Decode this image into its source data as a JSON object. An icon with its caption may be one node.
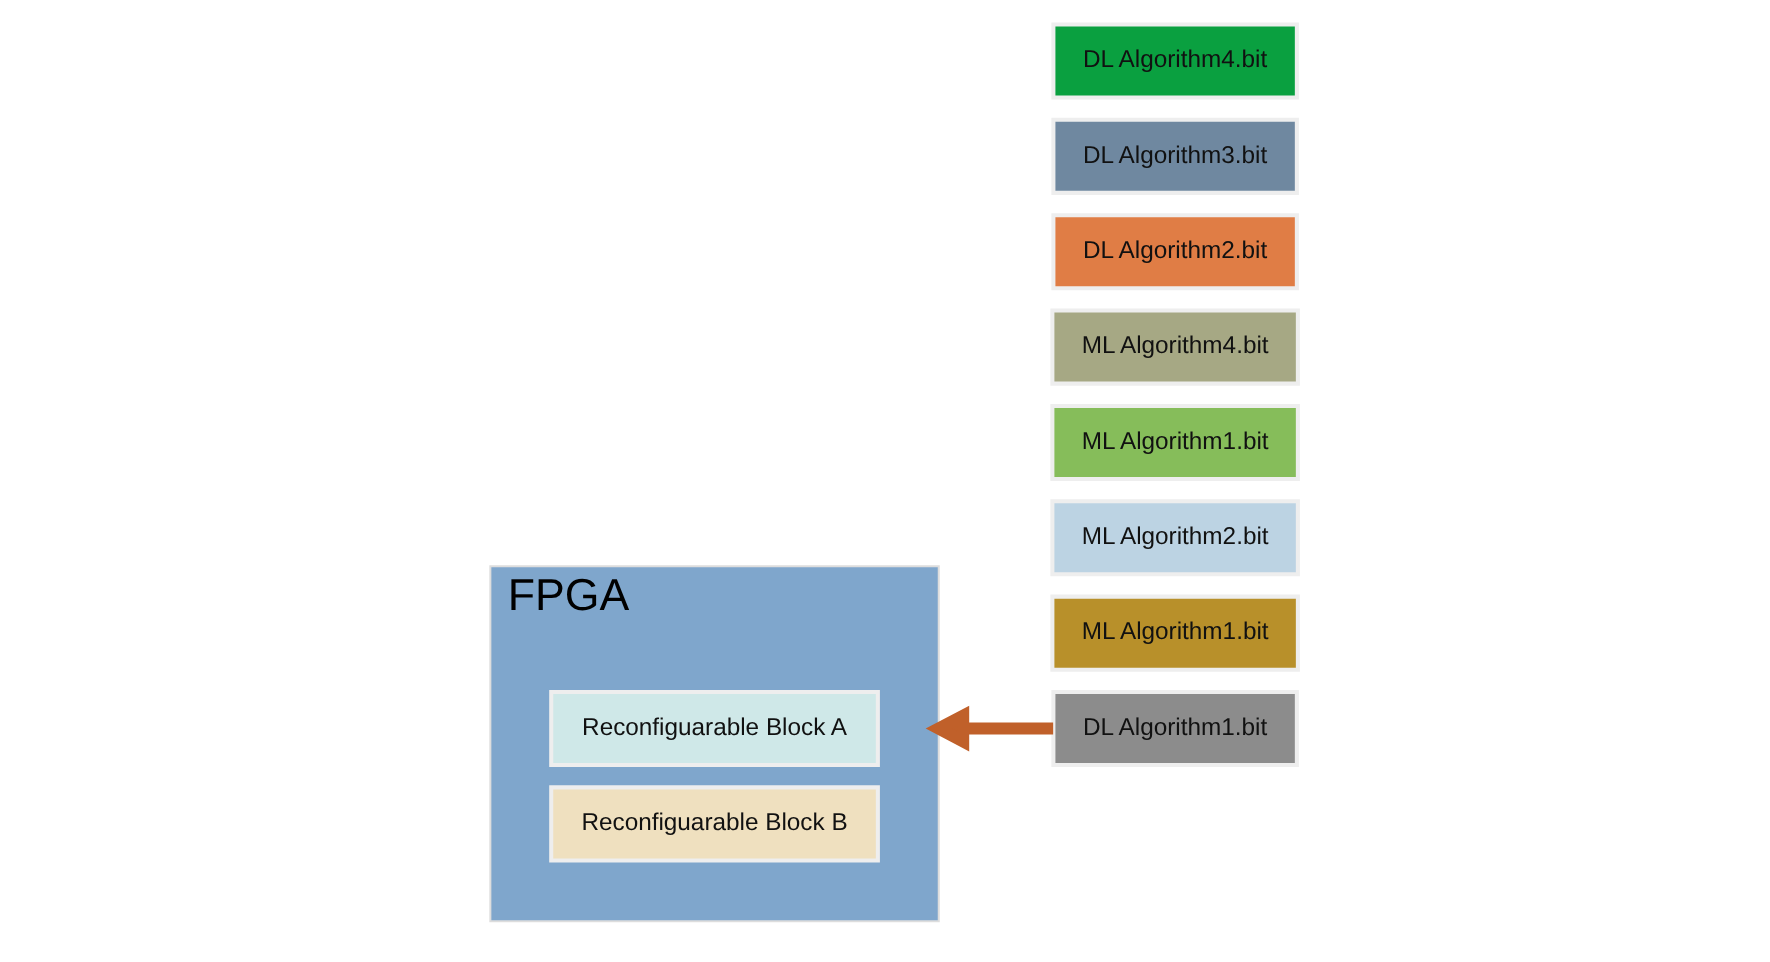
{
  "diagram": {
    "nodes": [
      {
        "text": [
          "FPGA"
        ]
      },
      {
        "text": [
          "Reconfiguarable Block A"
        ],
        "in": 0
      },
      {
        "text": [
          "Reconfiguarable Block B"
        ],
        "in": 0
      },
      {
        "text": [
          "ML Algorithm1.bit"
        ]
      },
      {
        "text": [
          "ML Algorithm2.bit"
        ]
      },
      {
        "text": [
          "ML Algorithm1.bit"
        ]
      },
      {
        "text": [
          "ML Algorithm4.bit"
        ]
      },
      {
        "text": [
          "DL Algorithm1.bit"
        ]
      },
      {
        "text": [
          "DL Algorithm2.bit"
        ]
      },
      {
        "text": [
          "DL Algorithm3.bit"
        ]
      },
      {
        "text": [
          "DL Algorithm4.bit"
        ]
      }
    ],
    "edges": [
      {
        "from": 7,
        "to": 0,
        "arrow": "to"
      }
    ]
  }
}
